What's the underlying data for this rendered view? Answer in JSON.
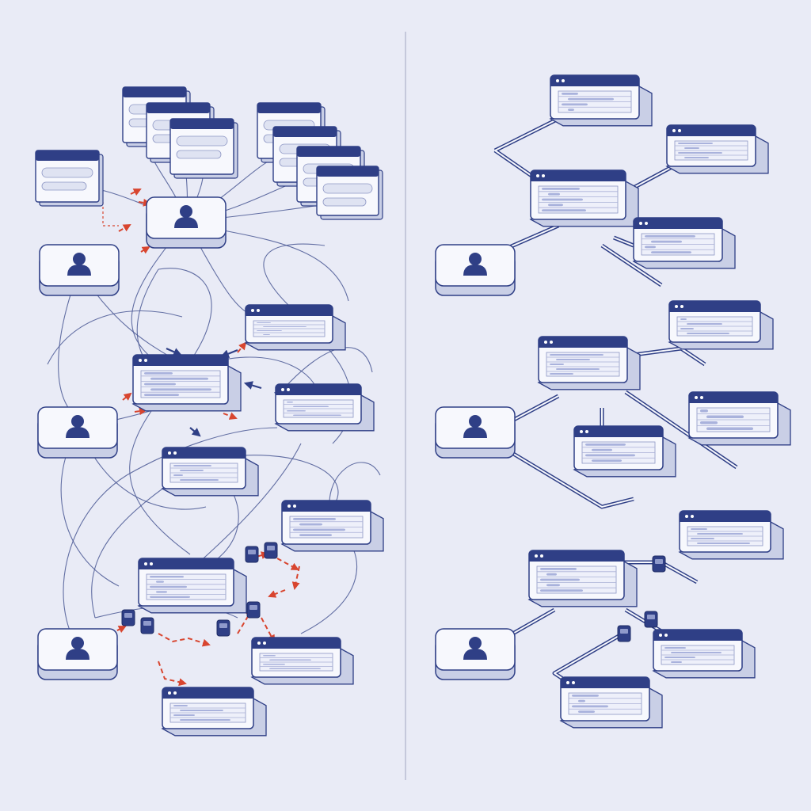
{
  "palette": {
    "background": "#e9ebf6",
    "navy": "#2f3f86",
    "card": "#f7f8fd",
    "card_side": "#c9cfe6",
    "wire": "#4a5894",
    "error_red": "#d8452f",
    "divider": "#b9bdd2"
  },
  "panels": [
    {
      "id": "left",
      "theme": "tangled point-to-point connections",
      "icon": "user-icon"
    },
    {
      "id": "right",
      "theme": "organized hub connections",
      "icon": "user-icon"
    }
  ],
  "legend_icons": [
    "user-icon",
    "app-window-icon",
    "connector-plug-icon",
    "error-spark-icon"
  ]
}
